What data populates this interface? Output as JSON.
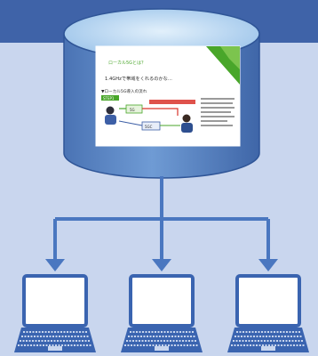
{
  "colors": {
    "background": "#c9d6ee",
    "header_band": "#3f63a8",
    "cylinder_body": "#5b86c6",
    "cylinder_top": "#b9d8f2",
    "connector": "#4a77c0",
    "laptop_outline": "#3a64b0",
    "laptop_screen": "#ffffff",
    "slide_accent": "#49a62a"
  },
  "slide": {
    "header_line": "ローカル5Gとは？",
    "bullet": "1.4GHzで帯域をくれるのかな…",
    "section_heading": "▼ローカル5G導入の流れ",
    "badge": "STEP1",
    "box_labels": [
      "5G",
      "5GC"
    ]
  },
  "server_icon": "database-cylinder-icon",
  "client_icon": "laptop-icon",
  "client_count": 3
}
